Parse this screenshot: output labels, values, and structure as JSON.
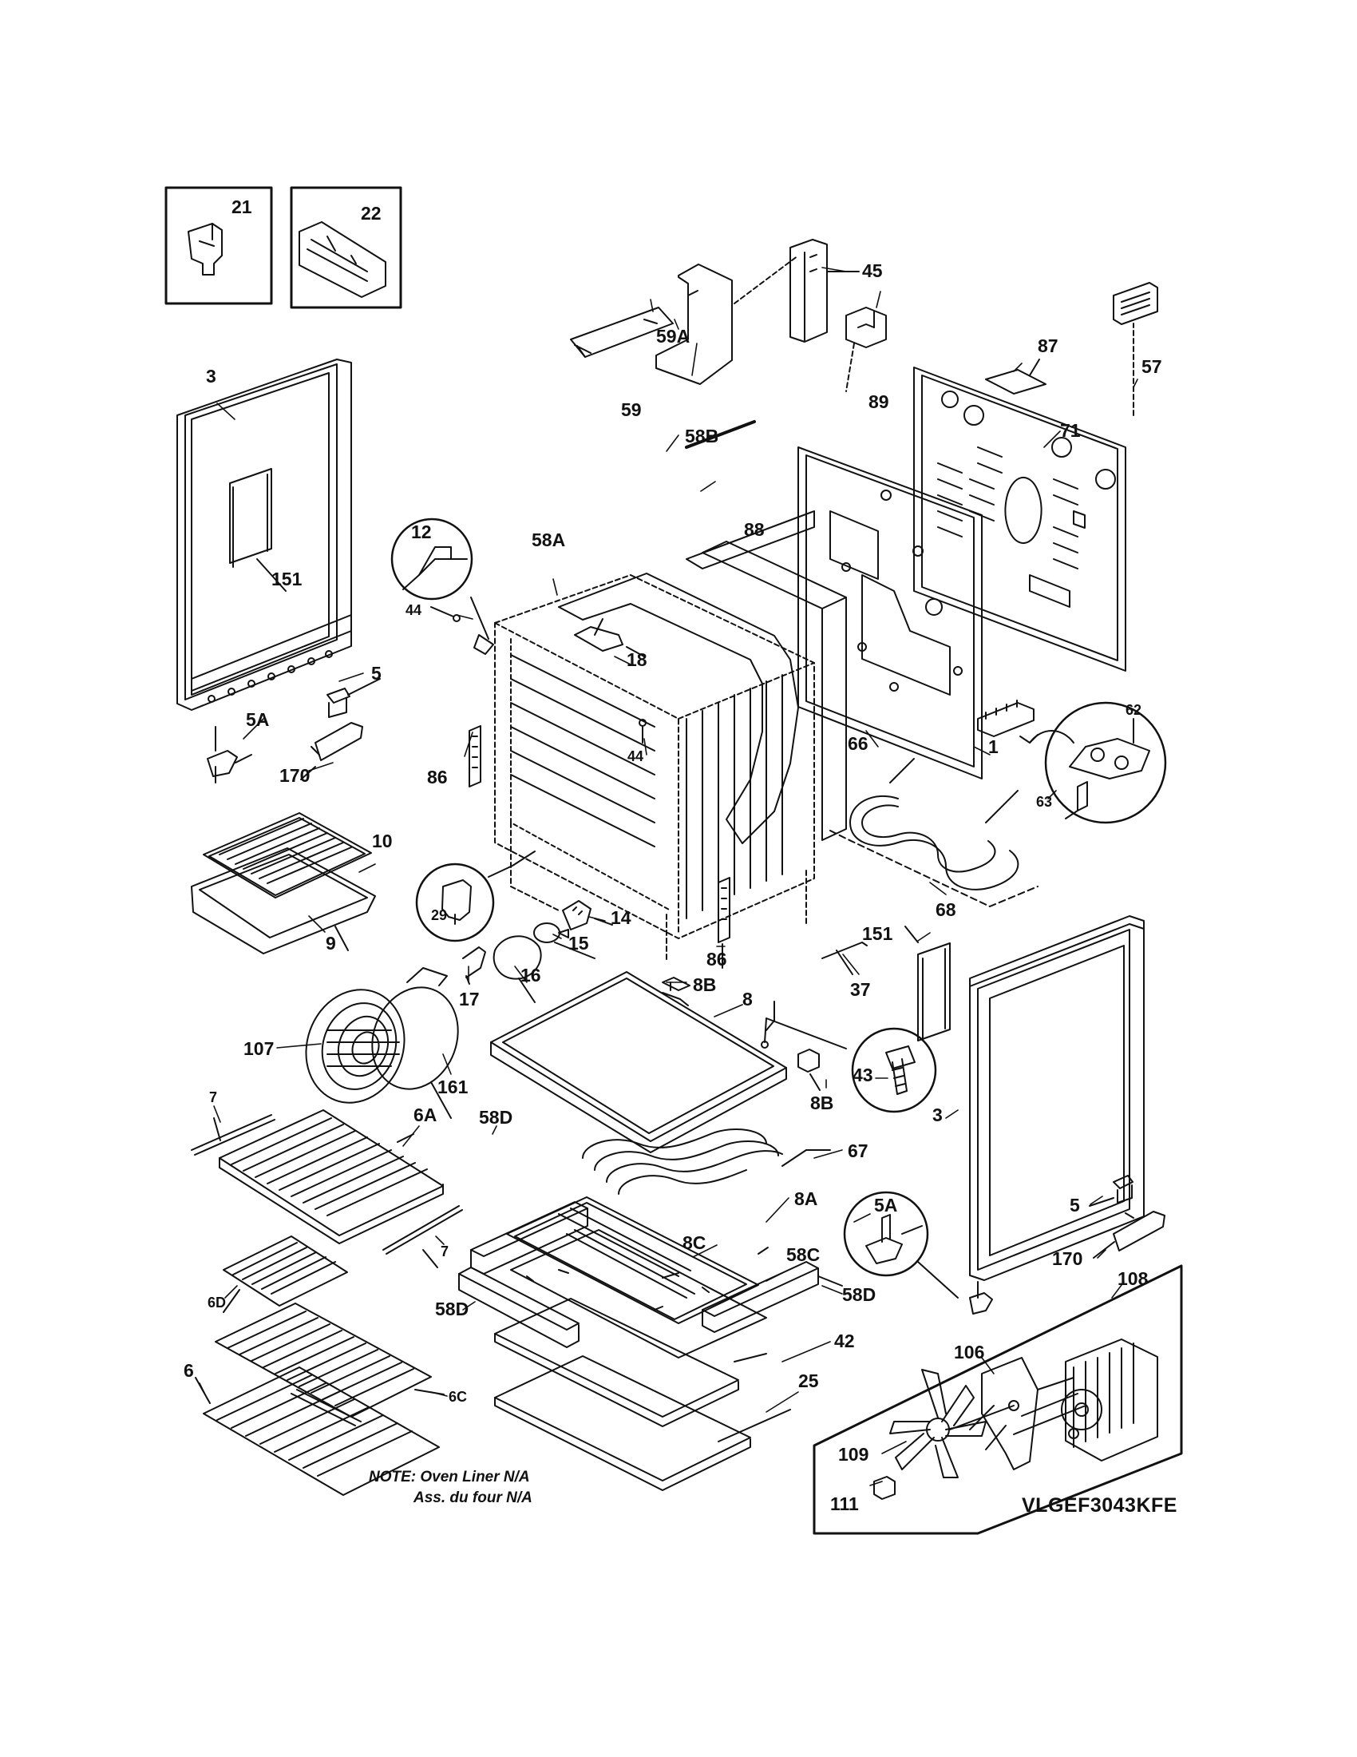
{
  "model_number": "VLGEF3043KFE",
  "notes": {
    "line1": "NOTE: Oven Liner N/A",
    "line2": "Ass. du four N/A"
  },
  "callouts": {
    "p21": "21",
    "p22": "22",
    "p45": "45",
    "p59a": "59A",
    "p59": "59",
    "p87": "87",
    "p57": "57",
    "p89": "89",
    "p71": "71",
    "p3_left": "3",
    "p151_left": "151",
    "p58b": "58B",
    "p88": "88",
    "p12": "12",
    "p58a": "58A",
    "p44_top": "44",
    "p18": "18",
    "p5_left": "5",
    "p5a_left": "5A",
    "p170_left": "170",
    "p86_left": "86",
    "p44_mid": "44",
    "p62": "62",
    "p1": "1",
    "p66": "66",
    "p63": "63",
    "p10": "10",
    "p29": "29",
    "p14": "14",
    "p15": "15",
    "p9": "9",
    "p16": "16",
    "p68": "68",
    "p86_right": "86",
    "p17": "17",
    "p8b_top": "8B",
    "p151_right": "151",
    "p37": "37",
    "p8": "8",
    "p107": "107",
    "p161": "161",
    "p43": "43",
    "p7_top": "7",
    "p6a": "6A",
    "p8b_bot": "8B",
    "p58d_top": "58D",
    "p3_right": "3",
    "p67": "67",
    "p7_bot": "7",
    "p8a": "8A",
    "p5a_right": "5A",
    "p5_right": "5",
    "p8c": "8C",
    "p58c": "58C",
    "p170_right": "170",
    "p108": "108",
    "p6d": "6D",
    "p58d_left": "58D",
    "p58d_right": "58D",
    "p42": "42",
    "p106": "106",
    "p6": "6",
    "p6c": "6C",
    "p25": "25",
    "p109": "109",
    "p111": "111"
  },
  "icons": [
    "exploded-oven-diagram",
    "fan-assembly-icon",
    "rack-icon",
    "bake-element-icon",
    "broil-element-icon",
    "door-panel-icon"
  ]
}
